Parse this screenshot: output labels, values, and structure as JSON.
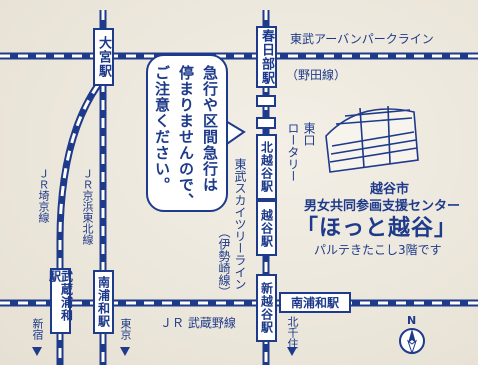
{
  "colors": {
    "ink": "#1e3a8a",
    "paper": "#ece7dc",
    "white": "#ffffff"
  },
  "lines": {
    "tobu_urban_park_line": "東武アーバンパークライン",
    "tobu_urban_park_line_sub": "（野田線）",
    "tobu_skytree_line": "東武スカイツリーライン",
    "tobu_skytree_line_sub": "（伊勢崎線）",
    "jr_saikyo_line": "ＪＲ埼京線",
    "jr_keihin_tohoku_line": "ＪＲ京浜東北線",
    "jr_musashino_line": "ＪＲ 武蔵野線"
  },
  "stations": {
    "omiya": "大宮駅",
    "kasukabe": "春日部駅",
    "kitakoshigaya": "北越谷駅",
    "koshigaya": "越谷駅",
    "shinkoshigaya": "新越谷駅",
    "musashiurawa": "武蔵浦和駅",
    "minamiurawa_v": "南浦和駅",
    "minamiurawa_h": "南浦和駅"
  },
  "directions": {
    "shinjuku": "新宿",
    "tokyo": "東京",
    "kitasenju": "北千住"
  },
  "exit": {
    "label": "東口",
    "sub": "ロータリー"
  },
  "callout": {
    "col1": "急行や区間急行は",
    "col2": "停まりませんので、",
    "col3": "ご注意ください。"
  },
  "venue": {
    "city": "越谷市",
    "center": "男女共同参画支援センター",
    "name": "「ほっと越谷」",
    "location": "パルテきたこし3階です"
  },
  "compass": {
    "north": "N"
  }
}
